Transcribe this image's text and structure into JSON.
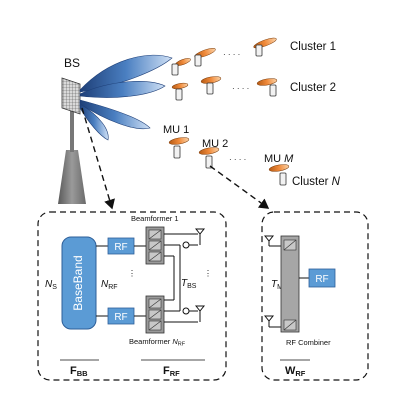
{
  "labels": {
    "bs": "BS",
    "cluster_1": "Cluster 1",
    "cluster_2": "Cluster 2",
    "mu_1": "MU 1",
    "mu_2": "MU 2",
    "mu_m_prefix": "MU ",
    "mu_m_var": "M",
    "cluster_n_prefix": "Cluster ",
    "cluster_n_var": "N",
    "ellipsis": "· · · ·",
    "baseband": "BaseBand",
    "rf": "RF",
    "beamformer_1": "Beamformer 1",
    "beamformer_n_prefix": "Beamformer ",
    "beamformer_n_var": "N",
    "beamformer_n_sub": "RF",
    "ns_var": "N",
    "ns_sub": "S",
    "nrf_var": "N",
    "nrf_sub": "RF",
    "tbs_var": "T",
    "tbs_sub": "BS",
    "tmu_var": "T",
    "tmu_sub": "MU",
    "rf_combiner": "RF Combiner",
    "fbb_var": "F",
    "fbb_sub": "BB",
    "frf_var": "F",
    "frf_sub": "RF",
    "wrf_var": "W",
    "wrf_sub": "RF"
  },
  "colors": {
    "beam_blue": "#4a7fc1",
    "beam_dark": "#1e3f78",
    "beam_orange": "#e07a2a",
    "rf_block": "#5b9bd5",
    "baseband": "#5b9bd5",
    "phase_shifter": "#9a9a9a",
    "combiner": "#a6a6a6",
    "tower": "#808080"
  }
}
